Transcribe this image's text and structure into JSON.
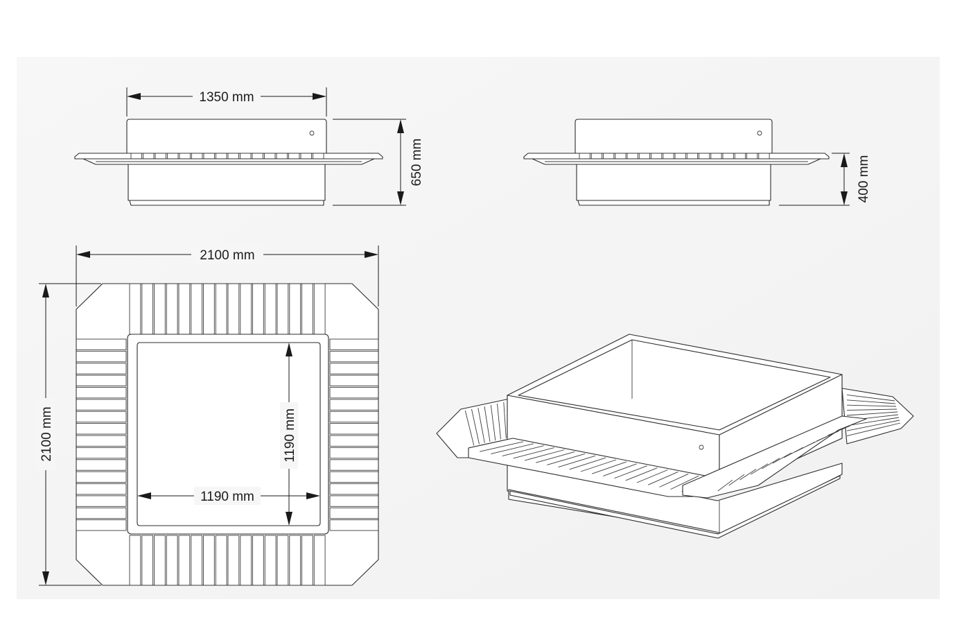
{
  "dimensions": {
    "front_width": "1350 mm",
    "total_height": "650 mm",
    "seat_height": "400 mm",
    "overall_width": "2100 mm",
    "overall_depth": "2100 mm",
    "inner_height": "1190 mm",
    "inner_width": "1190 mm"
  },
  "colors": {
    "background": "#ffffff",
    "panel": "#f6f6f6",
    "line": "#2b2b2b"
  }
}
